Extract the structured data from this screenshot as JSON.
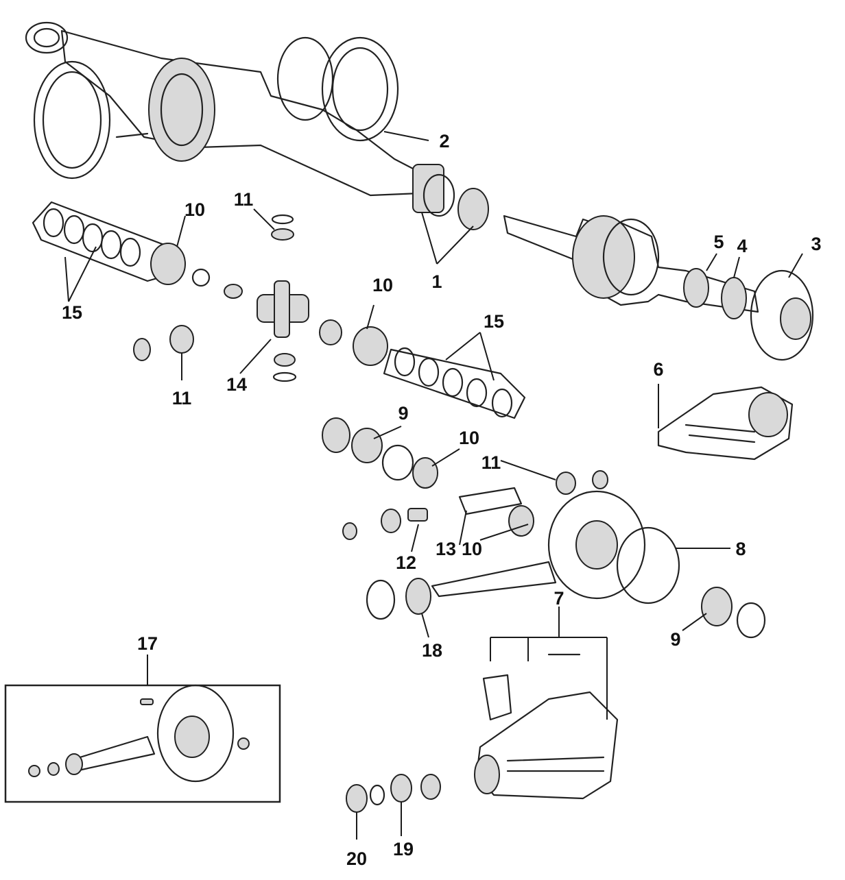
{
  "callouts": [
    {
      "id": "c1",
      "label": "1"
    },
    {
      "id": "c2",
      "label": "2"
    },
    {
      "id": "c3",
      "label": "3"
    },
    {
      "id": "c4",
      "label": "4"
    },
    {
      "id": "c5",
      "label": "5"
    },
    {
      "id": "c6",
      "label": "6"
    },
    {
      "id": "c7",
      "label": "7"
    },
    {
      "id": "c8",
      "label": "8"
    },
    {
      "id": "c9a",
      "label": "9"
    },
    {
      "id": "c9b",
      "label": "9"
    },
    {
      "id": "c10a",
      "label": "10"
    },
    {
      "id": "c10b",
      "label": "10"
    },
    {
      "id": "c10c",
      "label": "10"
    },
    {
      "id": "c10d",
      "label": "10"
    },
    {
      "id": "c11a",
      "label": "11"
    },
    {
      "id": "c11b",
      "label": "11"
    },
    {
      "id": "c11c",
      "label": "11"
    },
    {
      "id": "c12",
      "label": "12"
    },
    {
      "id": "c13",
      "label": "13"
    },
    {
      "id": "c14",
      "label": "14"
    },
    {
      "id": "c15a",
      "label": "15"
    },
    {
      "id": "c15b",
      "label": "15"
    },
    {
      "id": "c17",
      "label": "17"
    },
    {
      "id": "c18",
      "label": "18"
    },
    {
      "id": "c19",
      "label": "19"
    },
    {
      "id": "c20",
      "label": "20"
    }
  ],
  "colors": {
    "line": "#222222",
    "fill": "#d9d9d9",
    "background": "#ffffff"
  }
}
